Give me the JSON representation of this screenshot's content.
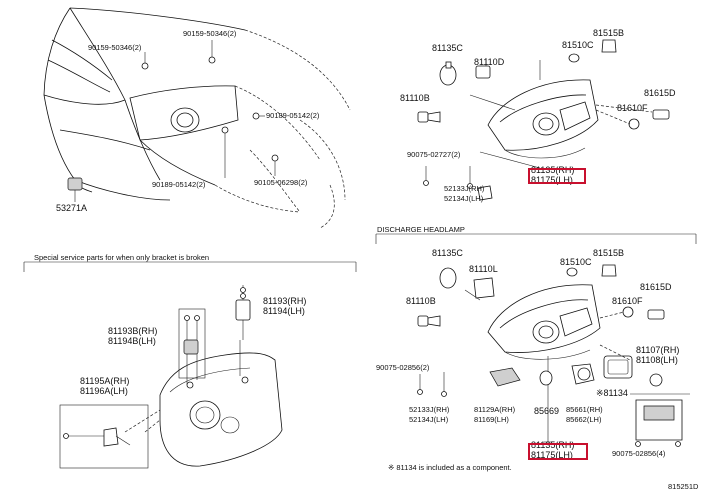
{
  "labels": {
    "p90159_50346_a": "90159-50346(2)",
    "p90159_50346_b": "90159-50346(2)",
    "p90189_05142_a": "90189-05142(2)",
    "p90189_05142_b": "90189-05142(2)",
    "p90105_06298": "90105-06298(2)",
    "p53271a": "53271A",
    "p81135c_top": "81135C",
    "p81110d": "81110D",
    "p81515b_top": "81515B",
    "p81510c_top": "81510C",
    "p81110b_top": "81110B",
    "p81615d_top": "81615D",
    "p81610f_top": "81610F",
    "p90075_02727": "90075-02727(2)",
    "p81135_81175_top": "81135(RH)\n81175(LH)",
    "p52133j_top": "52133J(RH)\n52134J(LH)",
    "section_discharge": "DISCHARGE HEADLAMP",
    "section_special": "Special service parts for when only bracket is broken",
    "p81193": "81193(RH)\n81194(LH)",
    "p81193b": "81193B(RH)\n81194B(LH)",
    "p81195a": "81195A(RH)\n81196A(LH)",
    "p81135c_bot": "81135C",
    "p81110l": "81110L",
    "p81510c_bot": "81510C",
    "p81515b_bot": "81515B",
    "p81110b_bot": "81110B",
    "p81615d_bot": "81615D",
    "p81610f_bot": "81610F",
    "p90075_02856_a": "90075-02856(2)",
    "p81107": "81107(RH)\n81108(LH)",
    "p81134": "※81134",
    "p52133j_bot": "52133J(RH)\n52134J(LH)",
    "p81129a": "81129A(RH)\n81169(LH)",
    "p85669": "85669",
    "p85661": "85661(RH)\n85662(LH)",
    "p90075_02856_b": "90075-02856(4)",
    "p81135_81175_bot": "81135(RH)\n81175(LH)",
    "footnote": "※ 81134 is included as a component.",
    "figure_id": "815251D"
  },
  "highlight_color": "#c8102e"
}
